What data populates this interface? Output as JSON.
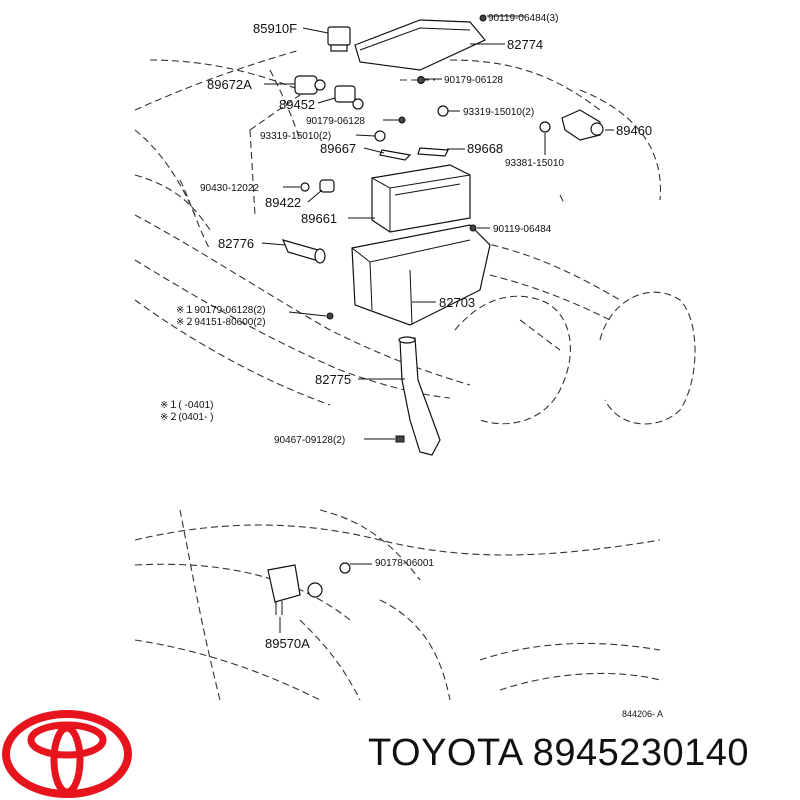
{
  "diagram": {
    "callouts": [
      {
        "id": "c01",
        "text": "85910F"
      },
      {
        "id": "c02",
        "text": "90119-06484(3)"
      },
      {
        "id": "c03",
        "text": "82774"
      },
      {
        "id": "c04",
        "text": "89672A"
      },
      {
        "id": "c05",
        "text": "90179-06128"
      },
      {
        "id": "c06",
        "text": "89452"
      },
      {
        "id": "c07",
        "text": "93319-15010(2)"
      },
      {
        "id": "c08",
        "text": "90179-06128"
      },
      {
        "id": "c09",
        "text": "89460"
      },
      {
        "id": "c10",
        "text": "93319-15010(2)"
      },
      {
        "id": "c11",
        "text": "89667"
      },
      {
        "id": "c12",
        "text": "89668"
      },
      {
        "id": "c13",
        "text": "93381-15010"
      },
      {
        "id": "c14",
        "text": "90430-12022"
      },
      {
        "id": "c15",
        "text": "89422"
      },
      {
        "id": "c16",
        "text": "89661"
      },
      {
        "id": "c17",
        "text": "90119-06484"
      },
      {
        "id": "c18",
        "text": "82776"
      },
      {
        "id": "c19",
        "text": "82703"
      },
      {
        "id": "c20",
        "text": "※１90179-06128(2)"
      },
      {
        "id": "c21",
        "text": "※２94151-80600(2)"
      },
      {
        "id": "c22",
        "text": "82775"
      },
      {
        "id": "c23",
        "text": "※１(          -0401)"
      },
      {
        "id": "c24",
        "text": "※２(0401-           )"
      },
      {
        "id": "c25",
        "text": "90467-09128(2)"
      },
      {
        "id": "c26",
        "text": "90178-06001"
      },
      {
        "id": "c27",
        "text": "89570A"
      }
    ],
    "drawing_code": "844206- A"
  },
  "footer": {
    "brand": "TOYOTA",
    "part_number": "8945230140",
    "logo_color": "#e8141d"
  }
}
